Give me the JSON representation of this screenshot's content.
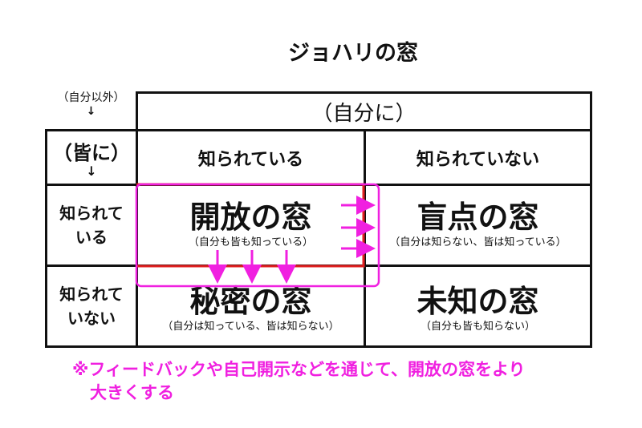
{
  "title": "ジョハリの窓",
  "axis_labels": {
    "others": "（自分以外）",
    "others_arrow": "↓",
    "to_others": "（皆に）",
    "to_others_arrow": "↓",
    "to_self": "（自分に）"
  },
  "column_headers": [
    "知られている",
    "知られていない"
  ],
  "row_headers": [
    {
      "line1": "知られて",
      "line2": "いる"
    },
    {
      "line1": "知られて",
      "line2": "いない"
    }
  ],
  "windows": [
    {
      "name": "開放の窓",
      "desc": "（自分も皆も知っている）"
    },
    {
      "name": "盲点の窓",
      "desc": "（自分は知らない、皆は知っている）"
    },
    {
      "name": "秘密の窓",
      "desc": "（自分は知っている、皆は知らない）"
    },
    {
      "name": "未知の窓",
      "desc": "（自分も皆も知らない）"
    }
  ],
  "note": {
    "line1": "※フィードバックや自己開示などを通じて、開放の窓をより",
    "line2": "大きくする"
  },
  "colors": {
    "highlight": "#f020e0",
    "open_window_border": "#e02020",
    "grid": "#111111"
  }
}
